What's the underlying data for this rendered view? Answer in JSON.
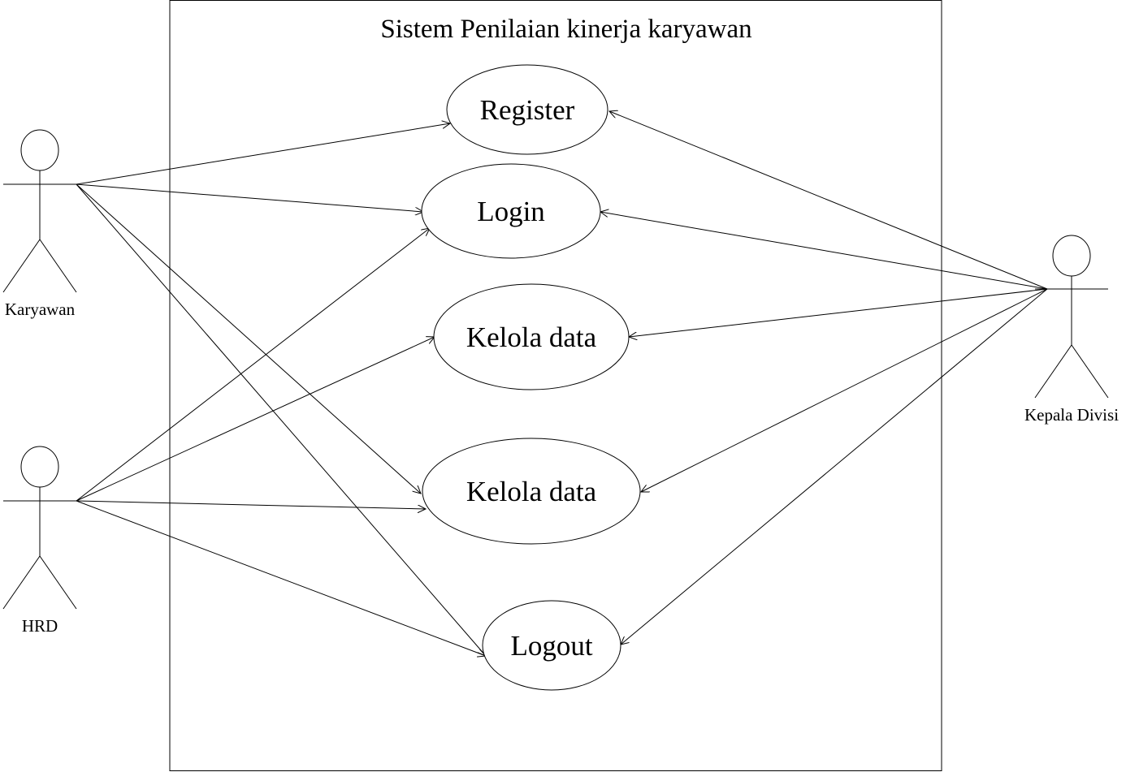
{
  "system": {
    "title": "Sistem Penilaian kinerja karyawan"
  },
  "use_cases": [
    {
      "id": "uc-register",
      "label": "Register"
    },
    {
      "id": "uc-login",
      "label": "Login"
    },
    {
      "id": "uc-kelola-1",
      "label": "Kelola data"
    },
    {
      "id": "uc-kelola-2",
      "label": "Kelola data"
    },
    {
      "id": "uc-logout",
      "label": "Logout"
    }
  ],
  "actors": [
    {
      "id": "actor-karyawan",
      "label": "Karyawan"
    },
    {
      "id": "actor-hrd",
      "label": "HRD"
    },
    {
      "id": "actor-kepala-divisi",
      "label": "Kepala Divisi"
    }
  ],
  "associations": [
    {
      "from": "actor-karyawan",
      "to": "uc-register"
    },
    {
      "from": "actor-karyawan",
      "to": "uc-login"
    },
    {
      "from": "actor-karyawan",
      "to": "uc-kelola-2"
    },
    {
      "from": "actor-karyawan",
      "to": "uc-logout"
    },
    {
      "from": "actor-hrd",
      "to": "uc-login"
    },
    {
      "from": "actor-hrd",
      "to": "uc-kelola-1"
    },
    {
      "from": "actor-hrd",
      "to": "uc-kelola-2"
    },
    {
      "from": "actor-hrd",
      "to": "uc-logout"
    },
    {
      "from": "actor-kepala-divisi",
      "to": "uc-register"
    },
    {
      "from": "actor-kepala-divisi",
      "to": "uc-login"
    },
    {
      "from": "actor-kepala-divisi",
      "to": "uc-kelola-1"
    },
    {
      "from": "actor-kepala-divisi",
      "to": "uc-kelola-2"
    },
    {
      "from": "actor-kepala-divisi",
      "to": "uc-logout"
    }
  ]
}
